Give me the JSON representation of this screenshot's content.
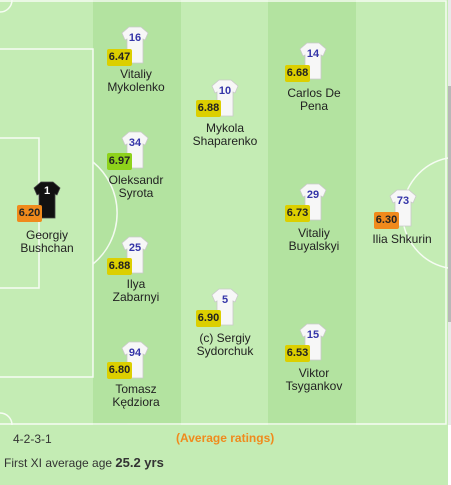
{
  "colors": {
    "pitch_light": "#c4ecb4",
    "pitch_dark": "#b3e3a0",
    "rating_yellow": "#dccf00",
    "rating_orange": "#f08a1c",
    "rating_green": "#8ed21b",
    "shirt_number": "#3535a8",
    "avg_label": "#f08a1c"
  },
  "players": [
    {
      "number": "1",
      "rating": "6.20",
      "name_line1": "Georgiy",
      "name_line2": "Bushchan",
      "shirt": "goalkeeper-black",
      "rating_color": "orange"
    },
    {
      "number": "16",
      "rating": "6.47",
      "name_line1": "Vitaliy",
      "name_line2": "Mykolenko",
      "shirt": "white",
      "rating_color": "yellow"
    },
    {
      "number": "34",
      "rating": "6.97",
      "name_line1": "Oleksandr",
      "name_line2": "Syrota",
      "shirt": "white",
      "rating_color": "green"
    },
    {
      "number": "25",
      "rating": "6.88",
      "name_line1": "Ilya",
      "name_line2": "Zabarnyi",
      "shirt": "white",
      "rating_color": "yellow"
    },
    {
      "number": "94",
      "rating": "6.80",
      "name_line1": "Tomasz",
      "name_line2": "Kędziora",
      "shirt": "white",
      "rating_color": "yellow"
    },
    {
      "number": "10",
      "rating": "6.88",
      "name_line1": "Mykola",
      "name_line2": "Shaparenko",
      "shirt": "white",
      "rating_color": "yellow"
    },
    {
      "number": "5",
      "rating": "6.90",
      "name_line1": "(c) Sergiy",
      "name_line2": "Sydorchuk",
      "shirt": "white",
      "rating_color": "yellow"
    },
    {
      "number": "14",
      "rating": "6.68",
      "name_line1": "Carlos De",
      "name_line2": "Pena",
      "shirt": "white",
      "rating_color": "yellow"
    },
    {
      "number": "29",
      "rating": "6.73",
      "name_line1": "Vitaliy",
      "name_line2": "Buyalskyi",
      "shirt": "white",
      "rating_color": "yellow"
    },
    {
      "number": "15",
      "rating": "6.53",
      "name_line1": "Viktor",
      "name_line2": "Tsygankov",
      "shirt": "white",
      "rating_color": "yellow"
    },
    {
      "number": "73",
      "rating": "6.30",
      "name_line1": "Ilia Shkurin",
      "name_line2": "",
      "shirt": "white",
      "rating_color": "orange"
    }
  ],
  "footer": {
    "formation": "4-2-3-1",
    "avg_label": "(Average ratings)",
    "age_label": "First XI average age",
    "age_value": "25.2 yrs"
  }
}
